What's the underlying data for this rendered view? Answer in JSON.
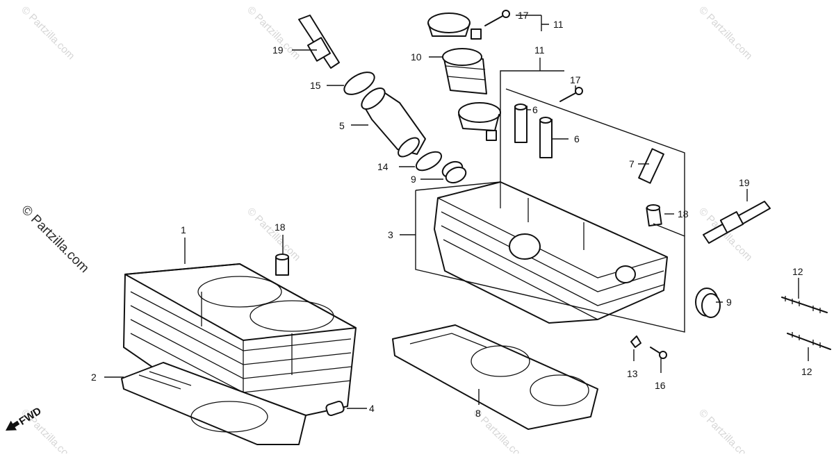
{
  "diagram": {
    "callouts": [
      {
        "id": "c1",
        "text": "1"
      },
      {
        "id": "c2",
        "text": "2"
      },
      {
        "id": "c3",
        "text": "3"
      },
      {
        "id": "c4",
        "text": "4"
      },
      {
        "id": "c5",
        "text": "5"
      },
      {
        "id": "c6a",
        "text": "6"
      },
      {
        "id": "c6b",
        "text": "6"
      },
      {
        "id": "c7",
        "text": "7"
      },
      {
        "id": "c8",
        "text": "8"
      },
      {
        "id": "c9a",
        "text": "9"
      },
      {
        "id": "c9b",
        "text": "9"
      },
      {
        "id": "c10",
        "text": "10"
      },
      {
        "id": "c11a",
        "text": "11"
      },
      {
        "id": "c11b",
        "text": "11"
      },
      {
        "id": "c12a",
        "text": "12"
      },
      {
        "id": "c12b",
        "text": "12"
      },
      {
        "id": "c13",
        "text": "13"
      },
      {
        "id": "c14",
        "text": "14"
      },
      {
        "id": "c15",
        "text": "15"
      },
      {
        "id": "c16",
        "text": "16"
      },
      {
        "id": "c17a",
        "text": "17"
      },
      {
        "id": "c17b",
        "text": "17"
      },
      {
        "id": "c18a",
        "text": "18"
      },
      {
        "id": "c18b",
        "text": "18"
      },
      {
        "id": "c19a",
        "text": "19"
      },
      {
        "id": "c19b",
        "text": "19"
      }
    ],
    "direction_label": "FWD",
    "watermark_text": "© Partzilla.com",
    "accent_color": "#111111"
  }
}
